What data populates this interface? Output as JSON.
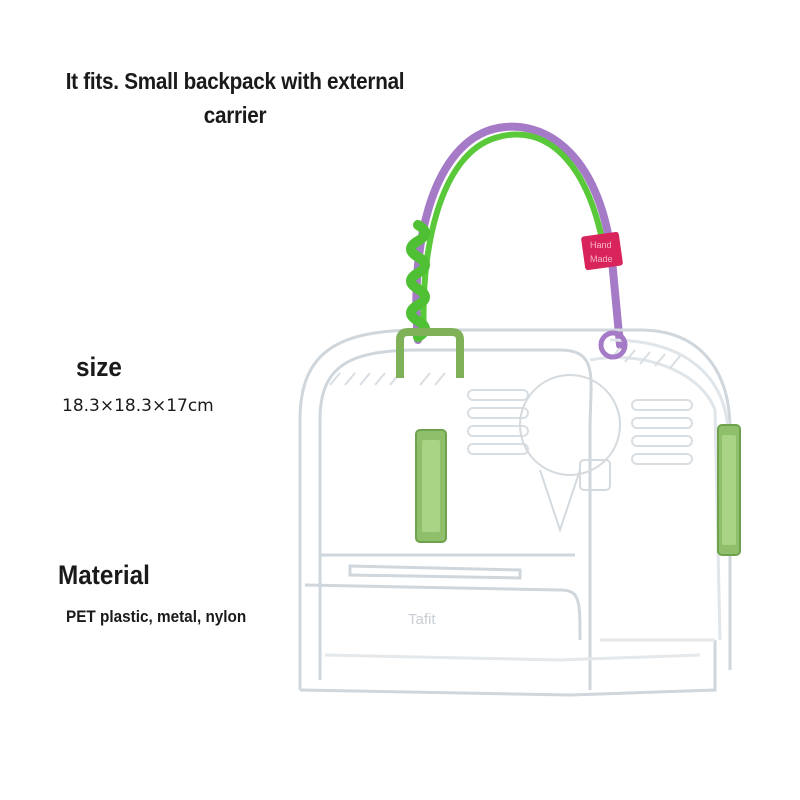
{
  "headline": {
    "line1": "It fits. Small backpack with external",
    "line2": "carrier"
  },
  "size": {
    "label": "size",
    "value": "18.3×18.3×17cm"
  },
  "material": {
    "label": "Material",
    "value": "PET plastic, metal, nylon"
  },
  "product": {
    "brand": "Tafit",
    "tag_line1": "Hand",
    "tag_line2": "Made",
    "colors": {
      "green_strap": "#59c93a",
      "purple_strap": "#a57ac6",
      "tag": "#d8245a",
      "latch_green": "#8fbf6a",
      "clear_edge": "#cfd6dc"
    }
  }
}
